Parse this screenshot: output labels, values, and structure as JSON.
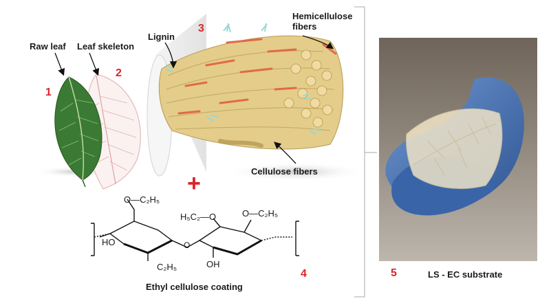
{
  "labels": {
    "raw_leaf": "Raw leaf",
    "leaf_skeleton": "Leaf skeleton",
    "lignin": "Lignin",
    "hemicellulose": "Hemicellulose\nfibers",
    "cellulose": "Cellulose fibers",
    "ethyl_cellulose": "Ethyl cellulose coating",
    "substrate": "LS - EC substrate",
    "plus": "+"
  },
  "numbers": {
    "n1": "1",
    "n2": "2",
    "n3": "3",
    "n4": "4",
    "n5": "5"
  },
  "chem": {
    "oc2h5": "O—C₂H₅",
    "h5c2o": "H₅C₂—O",
    "c2h5": "C₂H₅",
    "ho": "HO",
    "oh": "OH",
    "o": "O"
  },
  "colors": {
    "accent_red": "#d9242a",
    "fiber": "#e4cc8a",
    "hemicellulose": "#e06a45",
    "lignin": "#9ad8d0",
    "leaf_green": "#3b7a34",
    "skeleton": "#e5b8b8",
    "glove": "#4a78b8"
  }
}
